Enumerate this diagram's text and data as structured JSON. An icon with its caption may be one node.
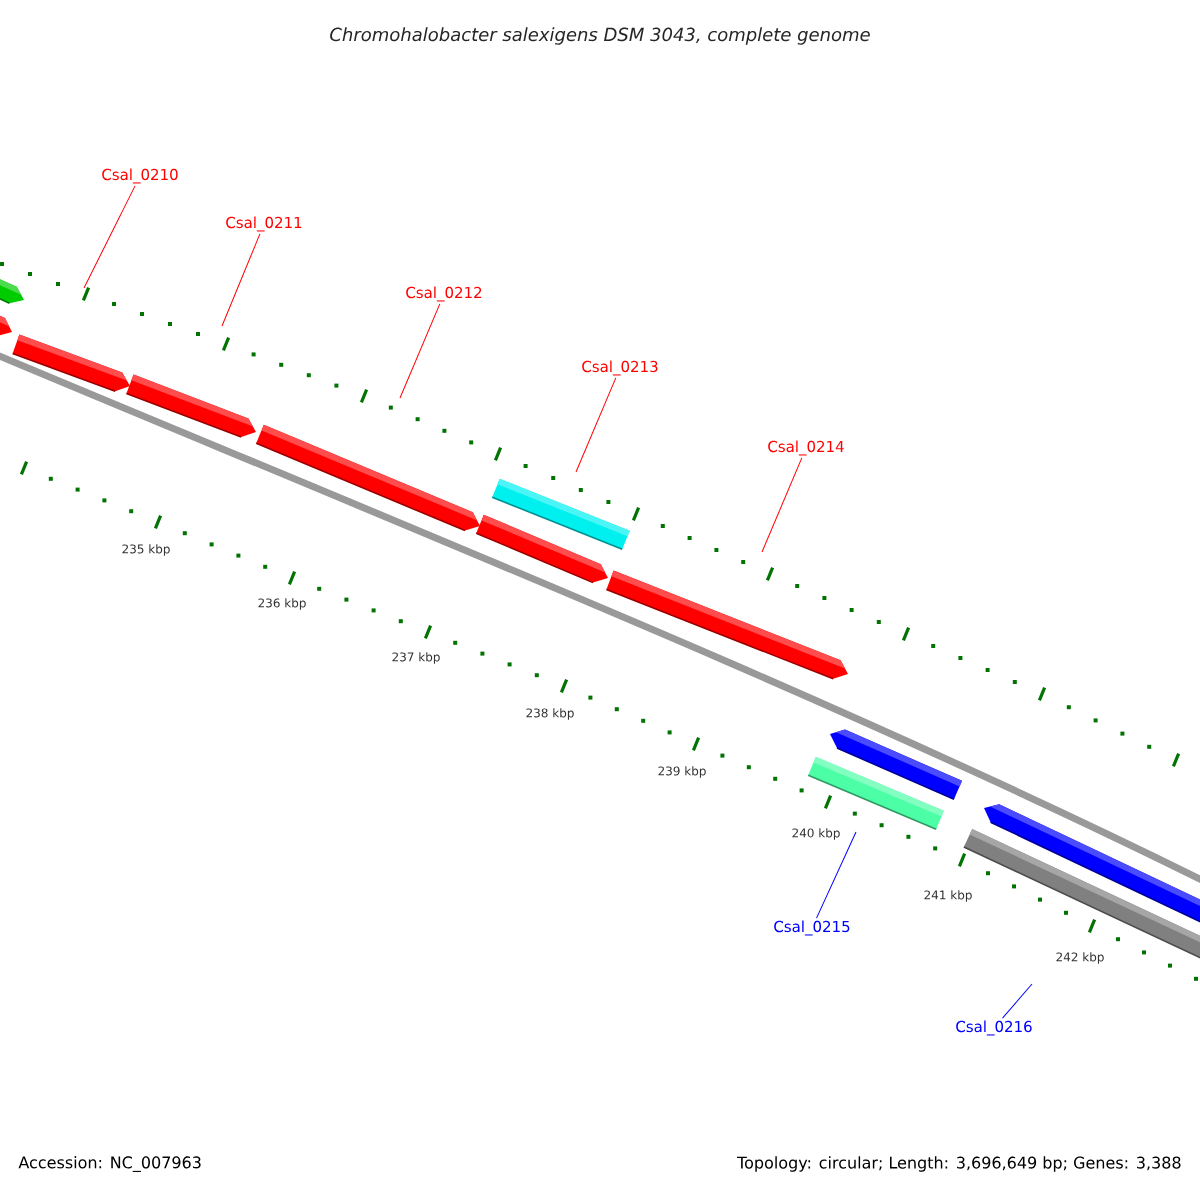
{
  "diagram": {
    "title": "Chromohalobacter salexigens DSM 3043, complete genome",
    "nodes": [
      {
        "text": [
          "Csal_0210"
        ]
      },
      {
        "text": [
          "Csal_0211"
        ]
      },
      {
        "text": [
          "Csal_0212"
        ]
      },
      {
        "text": [
          "Csal_0213"
        ]
      },
      {
        "text": [
          "Csal_0214"
        ]
      },
      {
        "text": [
          "Csal_0215"
        ]
      },
      {
        "text": [
          "Csal_0216"
        ]
      }
    ],
    "edges": [
      {
        "from": 0,
        "to": null,
        "arrow": "none"
      },
      {
        "from": 1,
        "to": null,
        "arrow": "none"
      },
      {
        "from": 2,
        "to": null,
        "arrow": "none"
      },
      {
        "from": 3,
        "to": null,
        "arrow": "none"
      },
      {
        "from": 4,
        "to": null,
        "arrow": "none"
      },
      {
        "from": 5,
        "to": null,
        "arrow": "none",
        "color": "#0000ff"
      },
      {
        "from": 6,
        "to": null,
        "arrow": "none",
        "color": "#0000ff"
      }
    ],
    "labels": [
      "235 kbp",
      "236 kbp",
      "237 kbp",
      "238 kbp",
      "239 kbp",
      "240 kbp",
      "241 kbp",
      "242 kbp",
      "Accession: NC_007963",
      "Topology: circular; Length: 3,696,649 bp; Genes: 3,388"
    ]
  }
}
